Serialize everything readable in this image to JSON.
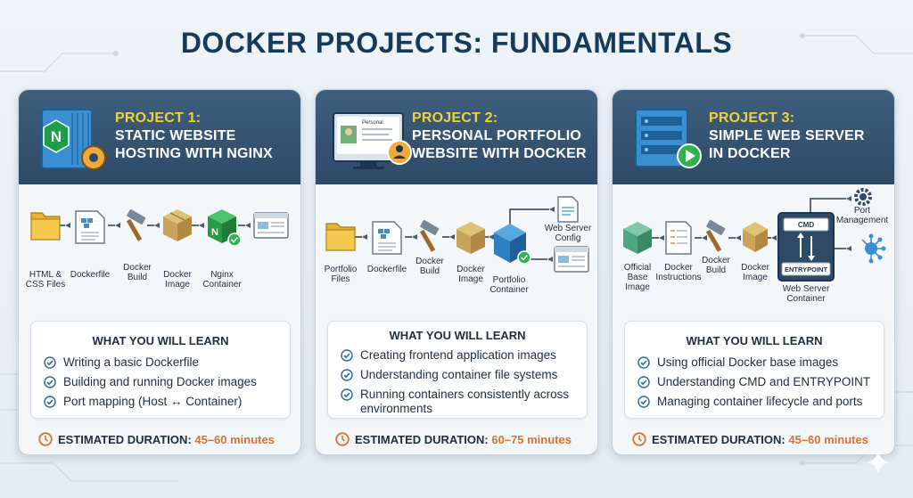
{
  "title": "DOCKER PROJECTS: FUNDAMENTALS",
  "colors": {
    "accent_yellow": "#f2d23a",
    "accent_orange": "#e0702a",
    "header_bg": "#33526f",
    "title": "#163a5c"
  },
  "projects": [
    {
      "number": "PROJECT 1:",
      "title_lines": [
        "STATIC WEBSITE",
        "HOSTING WITH NGINX"
      ],
      "icon": "nginx-server-gear-icon",
      "steps": [
        "HTML &\nCSS Files",
        "Dockerfile",
        "Docker\nBuild",
        "Docker\nImage",
        "Nginx\nContainer"
      ],
      "learn_title": "WHAT YOU WILL LEARN",
      "learn_items": [
        "Writing a basic Dockerfile",
        "Building and running Docker images",
        "Port mapping (Host ↔ Container)"
      ],
      "duration_label": "ESTIMATED DURATION:",
      "duration_value": "45–60 minutes"
    },
    {
      "number": "PROJECT 2:",
      "title_lines": [
        "PERSONAL PORTFOLIO",
        "WEBSITE WITH DOCKER"
      ],
      "icon": "portfolio-monitor-user-icon",
      "screen_text": "Personal",
      "steps": [
        "Portfolio\nFiles",
        "Dockerfile",
        "Docker\nBuild",
        "Docker\nImage",
        "Portfolio\nContainer",
        "Web Server\nConfig"
      ],
      "learn_title": "WHAT YOU WILL LEARN",
      "learn_items": [
        "Creating frontend application images",
        "Understanding container file systems",
        "Running containers consistently across environments"
      ],
      "duration_label": "ESTIMATED DURATION:",
      "duration_value": "60–75 minutes"
    },
    {
      "number": "PROJECT 3:",
      "title_lines": [
        "SIMPLE WEB SERVER",
        "IN DOCKER"
      ],
      "icon": "server-rack-play-icon",
      "steps": [
        "Official\nBase\nImage",
        "Docker\nInstructions",
        "Docker\nBuild",
        "Docker\nImage",
        "Web Server\nContainer",
        "Port\nManagement"
      ],
      "cmd_label": "CMD",
      "entrypoint_label": "ENTRYPOINT",
      "learn_title": "WHAT YOU WILL LEARN",
      "learn_items": [
        "Using official Docker base images",
        "Understanding CMD and ENTRYPOINT",
        "Managing container lifecycle and ports"
      ],
      "duration_label": "ESTIMATED DURATION:",
      "duration_value": "45–60 minutes"
    }
  ]
}
